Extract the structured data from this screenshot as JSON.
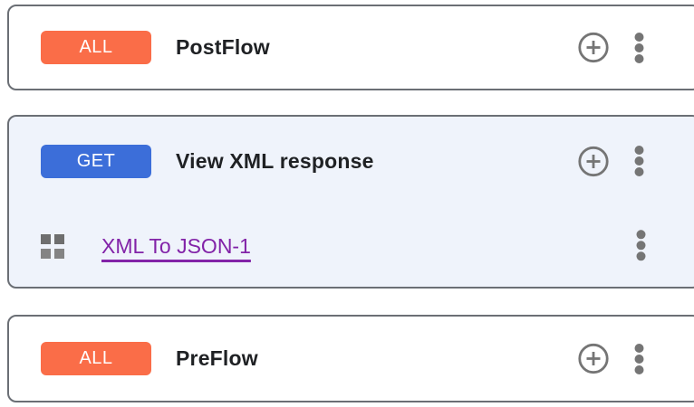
{
  "colors": {
    "all_badge": "#FA6D48",
    "get_badge": "#3C6ED9",
    "selected_card_bg": "#EFF3FB",
    "card_border": "#6B6F75",
    "icon_gray": "#757575",
    "title_text": "#1F2124",
    "policy_link": "#8223A8"
  },
  "icons": {
    "add_step": "plus-circle",
    "more_options": "kebab-menu",
    "policy_handle": "grid-squares"
  },
  "flows": [
    {
      "method": "ALL",
      "title": "PostFlow",
      "selected": false,
      "policies": []
    },
    {
      "method": "GET",
      "title": "View XML response",
      "selected": true,
      "policies": [
        {
          "name": "XML To JSON-1"
        }
      ]
    },
    {
      "method": "ALL",
      "title": "PreFlow",
      "selected": false,
      "policies": []
    }
  ]
}
